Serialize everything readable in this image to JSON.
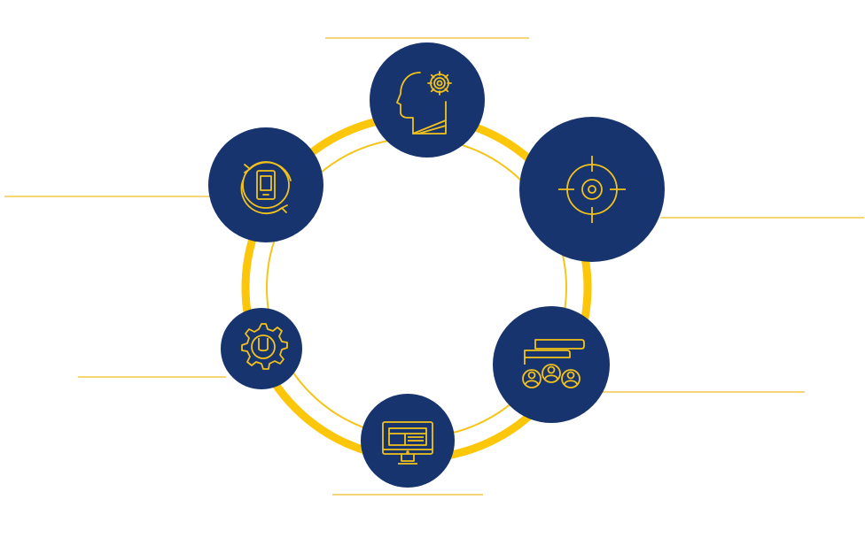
{
  "diagram": {
    "colors": {
      "navy": "#17346f",
      "gold": "#fcc60a",
      "line": "#f2c94c",
      "icon": "#f3c21a",
      "background": "#ffffff"
    },
    "nodes": [
      {
        "id": "head-gear",
        "icon": "head-gear-icon"
      },
      {
        "id": "target",
        "icon": "target-icon"
      },
      {
        "id": "team-chat",
        "icon": "team-chat-icon"
      },
      {
        "id": "monitor",
        "icon": "monitor-layout-icon"
      },
      {
        "id": "wrench-gear",
        "icon": "wrench-gear-icon"
      },
      {
        "id": "device-sync",
        "icon": "device-sync-icon"
      }
    ]
  }
}
